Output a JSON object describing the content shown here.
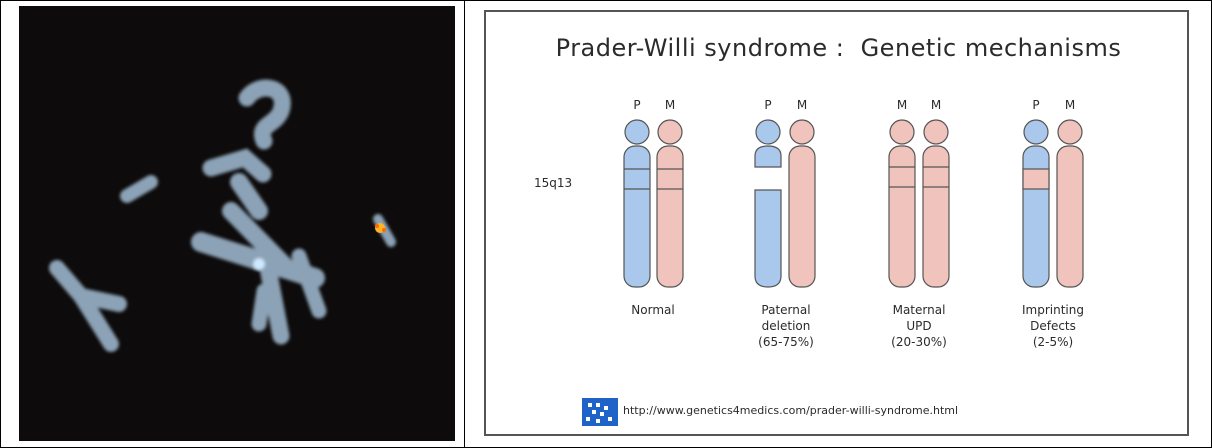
{
  "diagram": {
    "title": "Prader-Willi syndrome :  Genetic mechanisms",
    "region_label": "15q13",
    "colors": {
      "paternal": "#a9c8ec",
      "maternal": "#f0c3bd",
      "outline": "#555555"
    },
    "groups": [
      {
        "id": "normal",
        "parents": [
          "P",
          "M"
        ],
        "caption": [
          "Normal"
        ]
      },
      {
        "id": "paternal-deletion",
        "parents": [
          "P",
          "M"
        ],
        "caption": [
          "Paternal",
          "deletion",
          "(65-75%)"
        ]
      },
      {
        "id": "maternal-upd",
        "parents": [
          "M",
          "M"
        ],
        "caption": [
          "Maternal",
          "UPD",
          "(20-30%)"
        ]
      },
      {
        "id": "imprinting-defects",
        "parents": [
          "P",
          "M"
        ],
        "caption": [
          "Imprinting",
          "Defects",
          "(2-5%)"
        ]
      }
    ],
    "url": "http://www.genetics4medics.com/prader-willi-syndrome.html"
  }
}
